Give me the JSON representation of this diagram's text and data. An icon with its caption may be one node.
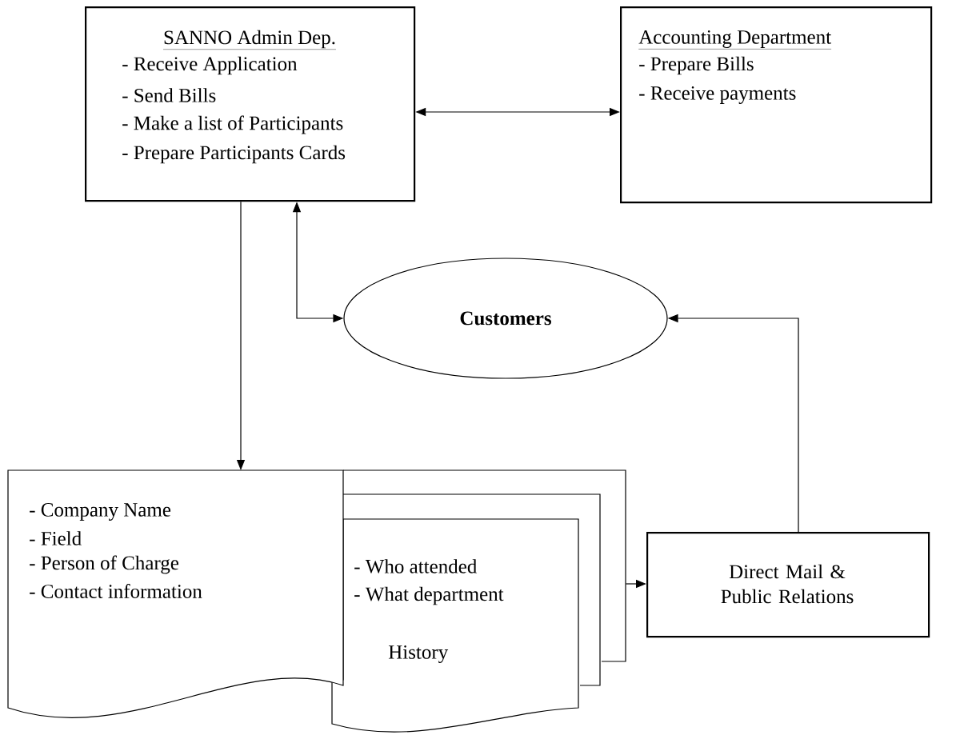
{
  "diagram": {
    "nodes": [
      {
        "text": [
          "SANNO Admin Dep.",
          "- Receive Application",
          "- Send Bills",
          "- Make a list of Participants",
          "- Prepare Participants Cards"
        ]
      },
      {
        "text": [
          "Accounting Department",
          "- Prepare Bills",
          "- Receive payments"
        ]
      },
      {
        "text": [
          "**Customers**"
        ]
      },
      {
        "text": [
          "- Company Name",
          "- Field",
          "- Person of Charge",
          "- Contact information"
        ]
      },
      {
        "text": [
          "- Who attended",
          "- What department",
          "History"
        ]
      },
      {
        "text": [
          "Direct Mail & Public Relations"
        ]
      }
    ],
    "edges": [
      {
        "from": 0,
        "to": 1,
        "arrow": "both"
      },
      {
        "from": 0,
        "to": 2,
        "arrow": "both"
      },
      {
        "from": 0,
        "to": 3,
        "arrow": "to"
      },
      {
        "from": 4,
        "to": 5,
        "arrow": "to"
      },
      {
        "from": 5,
        "to": 2,
        "arrow": "to"
      }
    ]
  }
}
